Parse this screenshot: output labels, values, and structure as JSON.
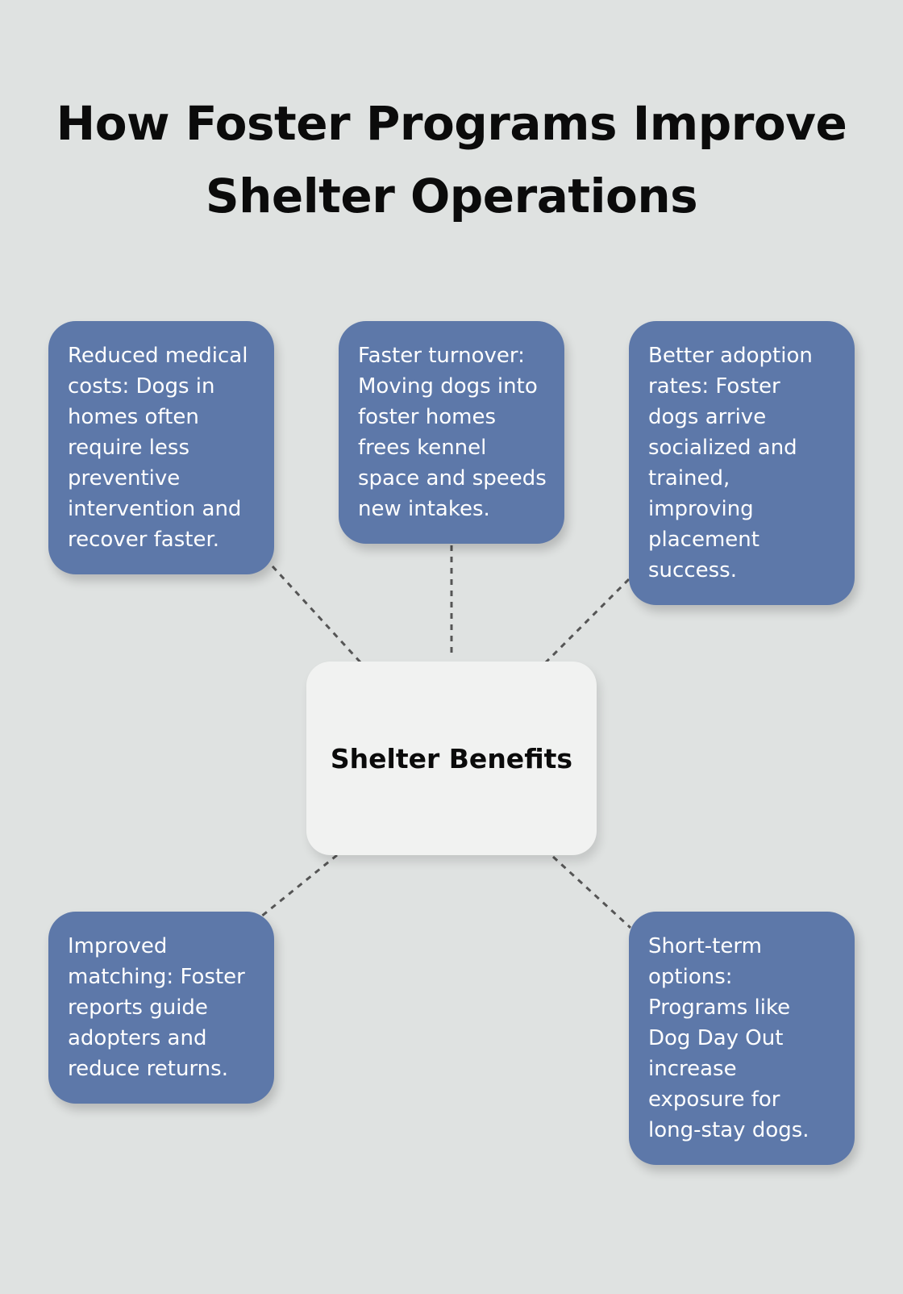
{
  "title": {
    "line1": "How Foster Programs Improve",
    "line2": "Shelter Operations"
  },
  "center": {
    "label": "Shelter Benefits"
  },
  "benefits": [
    {
      "text": "Reduced medical costs: Dogs in homes often require less preventive intervention and recover faster."
    },
    {
      "text": "Faster turnover: Moving dogs into foster homes frees kennel space and speeds new intakes."
    },
    {
      "text": "Better adoption rates: Foster dogs arrive socialized and trained, improving placement success."
    },
    {
      "text": "Improved matching: Foster reports guide adopters and reduce returns."
    },
    {
      "text": "Short-term options: Programs like Dog Day Out increase exposure for long-stay dogs."
    }
  ],
  "colors": {
    "background": "#dfe2e1",
    "card": "#5d78a9",
    "center_box": "#f1f2f1",
    "connector": "#555555"
  }
}
